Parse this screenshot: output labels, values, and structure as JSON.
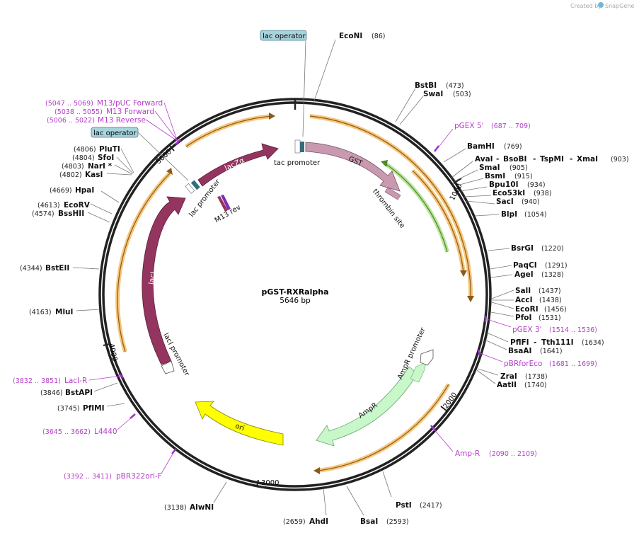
{
  "credit": {
    "prefix": "Created by",
    "brand": "SnapGene"
  },
  "plasmid": {
    "name": "pGST-RXRalpha",
    "length": "5646 bp"
  },
  "ticks": [
    "1000",
    "2000",
    "3000",
    "4000",
    "5000"
  ],
  "operators": [
    "lac operator",
    "lac operator"
  ],
  "features": {
    "laczalpha": "lacZα",
    "gst": "GST",
    "laci": "lacI",
    "ori": "ori",
    "ampr": "AmpR",
    "tac_promoter": "tac promoter",
    "lac_promoter": "lac promoter",
    "m13rev": "M13 rev",
    "thrombin": "thrombin site",
    "ampr_promoter": "AmpR promoter",
    "laci_promoter": "lacI promoter"
  },
  "sites_right": [
    {
      "name": "EcoNI",
      "pos": "(86)"
    },
    {
      "name": "BstBI",
      "pos": "(473)"
    },
    {
      "name": "SwaI",
      "pos": "(503)"
    },
    {
      "name": "BamHI",
      "pos": "(769)"
    },
    {
      "name": "AvaI",
      "pos": ""
    },
    {
      "name": "BsoBI",
      "pos": ""
    },
    {
      "name": "TspMI",
      "pos": ""
    },
    {
      "name": "XmaI",
      "pos": "(903)"
    },
    {
      "name": "SmaI",
      "pos": "(905)"
    },
    {
      "name": "BsmI",
      "pos": "(915)"
    },
    {
      "name": "Bpu10I",
      "pos": "(934)"
    },
    {
      "name": "Eco53kI",
      "pos": "(938)"
    },
    {
      "name": "SacI",
      "pos": "(940)"
    },
    {
      "name": "BlpI",
      "pos": "(1054)"
    },
    {
      "name": "BsrGI",
      "pos": "(1220)"
    },
    {
      "name": "PaqCI",
      "pos": "(1291)"
    },
    {
      "name": "AgeI",
      "pos": "(1328)"
    },
    {
      "name": "SalI",
      "pos": "(1437)"
    },
    {
      "name": "AccI",
      "pos": "(1438)"
    },
    {
      "name": "EcoRI",
      "pos": "(1456)"
    },
    {
      "name": "PfoI",
      "pos": "(1531)"
    },
    {
      "name": "PflFI",
      "pos": ""
    },
    {
      "name": "Tth111I",
      "pos": "(1634)"
    },
    {
      "name": "BsaAI",
      "pos": "(1641)"
    },
    {
      "name": "ZraI",
      "pos": "(1738)"
    },
    {
      "name": "AatII",
      "pos": "(1740)"
    },
    {
      "name": "PstI",
      "pos": "(2417)"
    },
    {
      "name": "BsaI",
      "pos": "(2593)"
    },
    {
      "name": "AhdI",
      "pos": "(2659)"
    },
    {
      "name": "AlwNI",
      "pos": "(3138)"
    }
  ],
  "sites_left": [
    {
      "name": "PfIMI",
      "pos": "(3745)"
    },
    {
      "name": "BstAPI",
      "pos": "(3846)"
    },
    {
      "name": "MluI",
      "pos": "(4163)"
    },
    {
      "name": "BstEII",
      "pos": "(4344)"
    },
    {
      "name": "BssHII",
      "pos": "(4574)"
    },
    {
      "name": "EcoRV",
      "pos": "(4613)"
    },
    {
      "name": "HpaI",
      "pos": "(4669)"
    },
    {
      "name": "KasI",
      "pos": "(4802)"
    },
    {
      "name": "NarI *",
      "pos": "(4803)"
    },
    {
      "name": "SfoI",
      "pos": "(4804)"
    },
    {
      "name": "PluTI",
      "pos": "(4806)"
    }
  ],
  "primers": [
    {
      "name": "pGEX 5'",
      "range": "(687 .. 709)"
    },
    {
      "name": "pGEX 3'",
      "range": "(1514 .. 1536)"
    },
    {
      "name": "pBRforEco",
      "range": "(1681 .. 1699)"
    },
    {
      "name": "Amp-R",
      "range": "(2090 .. 2109)"
    },
    {
      "name": "pBR322ori-F",
      "range": "(3392 .. 3411)"
    },
    {
      "name": "L4440",
      "range": "(3645 .. 3662)"
    },
    {
      "name": "LacI-R",
      "range": "(3832 .. 3851)"
    },
    {
      "name": "M13 Reverse",
      "range": "(5006 .. 5022)"
    },
    {
      "name": "M13 Forward",
      "range": "(5038 .. 5055)"
    },
    {
      "name": "M13/pUC Forward",
      "range": "(5047 .. 5069)"
    }
  ],
  "colors": {
    "backbone": "#222222",
    "orf": "#f2a93b",
    "laczalpha": "#943560",
    "gst": "#c999b0",
    "laci": "#943560",
    "ori": "#ffff00",
    "ampr": "#c8f7c9",
    "thrombin_orf": "#79c04a",
    "primer": "#b540c9",
    "operator_fill": "#a7d3dc"
  }
}
